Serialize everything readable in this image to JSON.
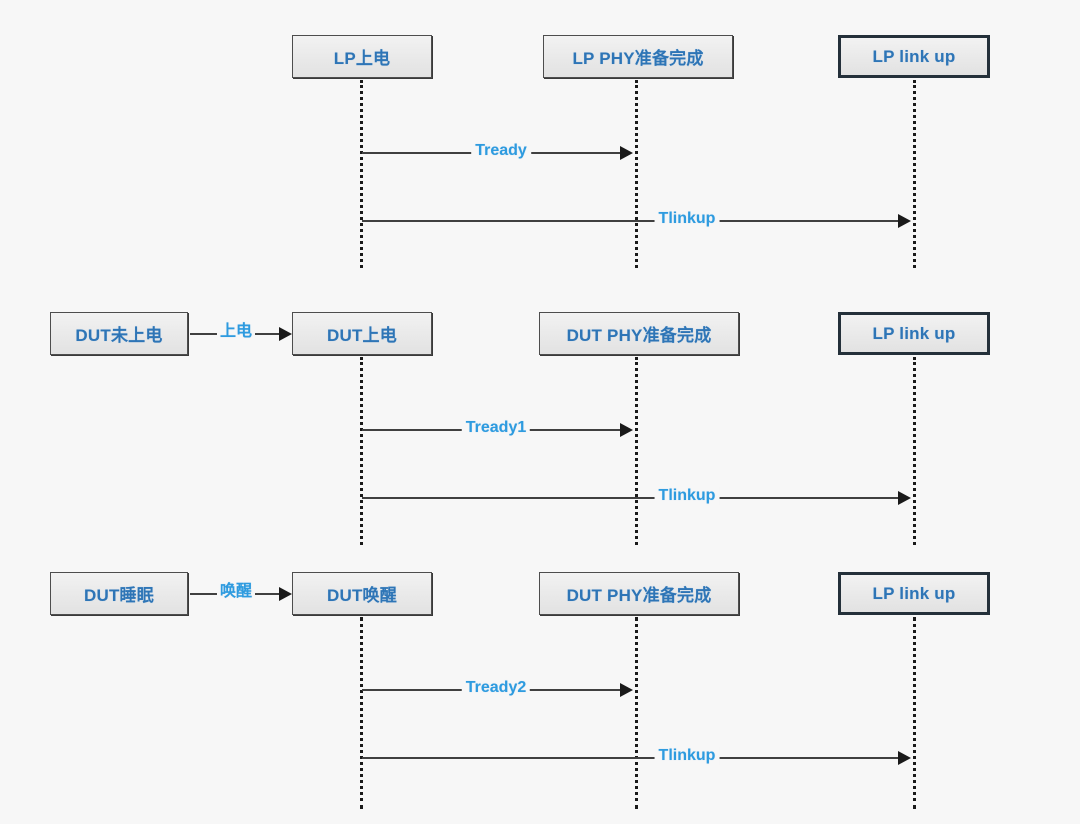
{
  "diagram": {
    "title": "LP / DUT link-up sequence diagram",
    "type": "sequence",
    "background_color": "#f7f7f7",
    "node_text_color": "#2e75b6",
    "label_text_color": "#2e9bdf",
    "line_color": "#404040",
    "lifeline_color": "#1a1a1a",
    "rows": [
      {
        "id": "row-lp-power-on",
        "nodes": [
          {
            "id": "lp-power-on",
            "label": "LP上电",
            "emphasis": false
          },
          {
            "id": "lp-phy-ready",
            "label": "LP PHY准备完成",
            "emphasis": false
          },
          {
            "id": "lp-link-up",
            "label": "LP link up",
            "emphasis": true
          }
        ],
        "transitions": [],
        "messages": [
          {
            "id": "msg-tready",
            "label": "Tready",
            "from": "lp-power-on",
            "to": "lp-phy-ready"
          },
          {
            "id": "msg-tlinkup",
            "label": "Tlinkup",
            "from": "lp-power-on",
            "to": "lp-link-up"
          }
        ]
      },
      {
        "id": "row-dut-power-on",
        "nodes": [
          {
            "id": "dut-unpowered",
            "label": "DUT未上电",
            "emphasis": false
          },
          {
            "id": "dut-power-on",
            "label": "DUT上电",
            "emphasis": false
          },
          {
            "id": "dut-phy-ready-1",
            "label": "DUT PHY准备完成",
            "emphasis": false
          },
          {
            "id": "lp-link-up-2",
            "label": "LP link up",
            "emphasis": true
          }
        ],
        "transitions": [
          {
            "id": "trans-power-on",
            "label": "上电",
            "from": "dut-unpowered",
            "to": "dut-power-on"
          }
        ],
        "messages": [
          {
            "id": "msg-tready1",
            "label": "Tready1",
            "from": "dut-power-on",
            "to": "dut-phy-ready-1"
          },
          {
            "id": "msg-tlinkup-2",
            "label": "Tlinkup",
            "from": "dut-power-on",
            "to": "lp-link-up-2"
          }
        ]
      },
      {
        "id": "row-dut-wake",
        "nodes": [
          {
            "id": "dut-sleep",
            "label": "DUT睡眠",
            "emphasis": false
          },
          {
            "id": "dut-wake",
            "label": "DUT唤醒",
            "emphasis": false
          },
          {
            "id": "dut-phy-ready-2",
            "label": "DUT PHY准备完成",
            "emphasis": false
          },
          {
            "id": "lp-link-up-3",
            "label": "LP link up",
            "emphasis": true
          }
        ],
        "transitions": [
          {
            "id": "trans-wake",
            "label": "唤醒",
            "from": "dut-sleep",
            "to": "dut-wake"
          }
        ],
        "messages": [
          {
            "id": "msg-tready2",
            "label": "Tready2",
            "from": "dut-wake",
            "to": "dut-phy-ready-2"
          },
          {
            "id": "msg-tlinkup-3",
            "label": "Tlinkup",
            "from": "dut-wake",
            "to": "lp-link-up-3"
          }
        ]
      }
    ]
  }
}
